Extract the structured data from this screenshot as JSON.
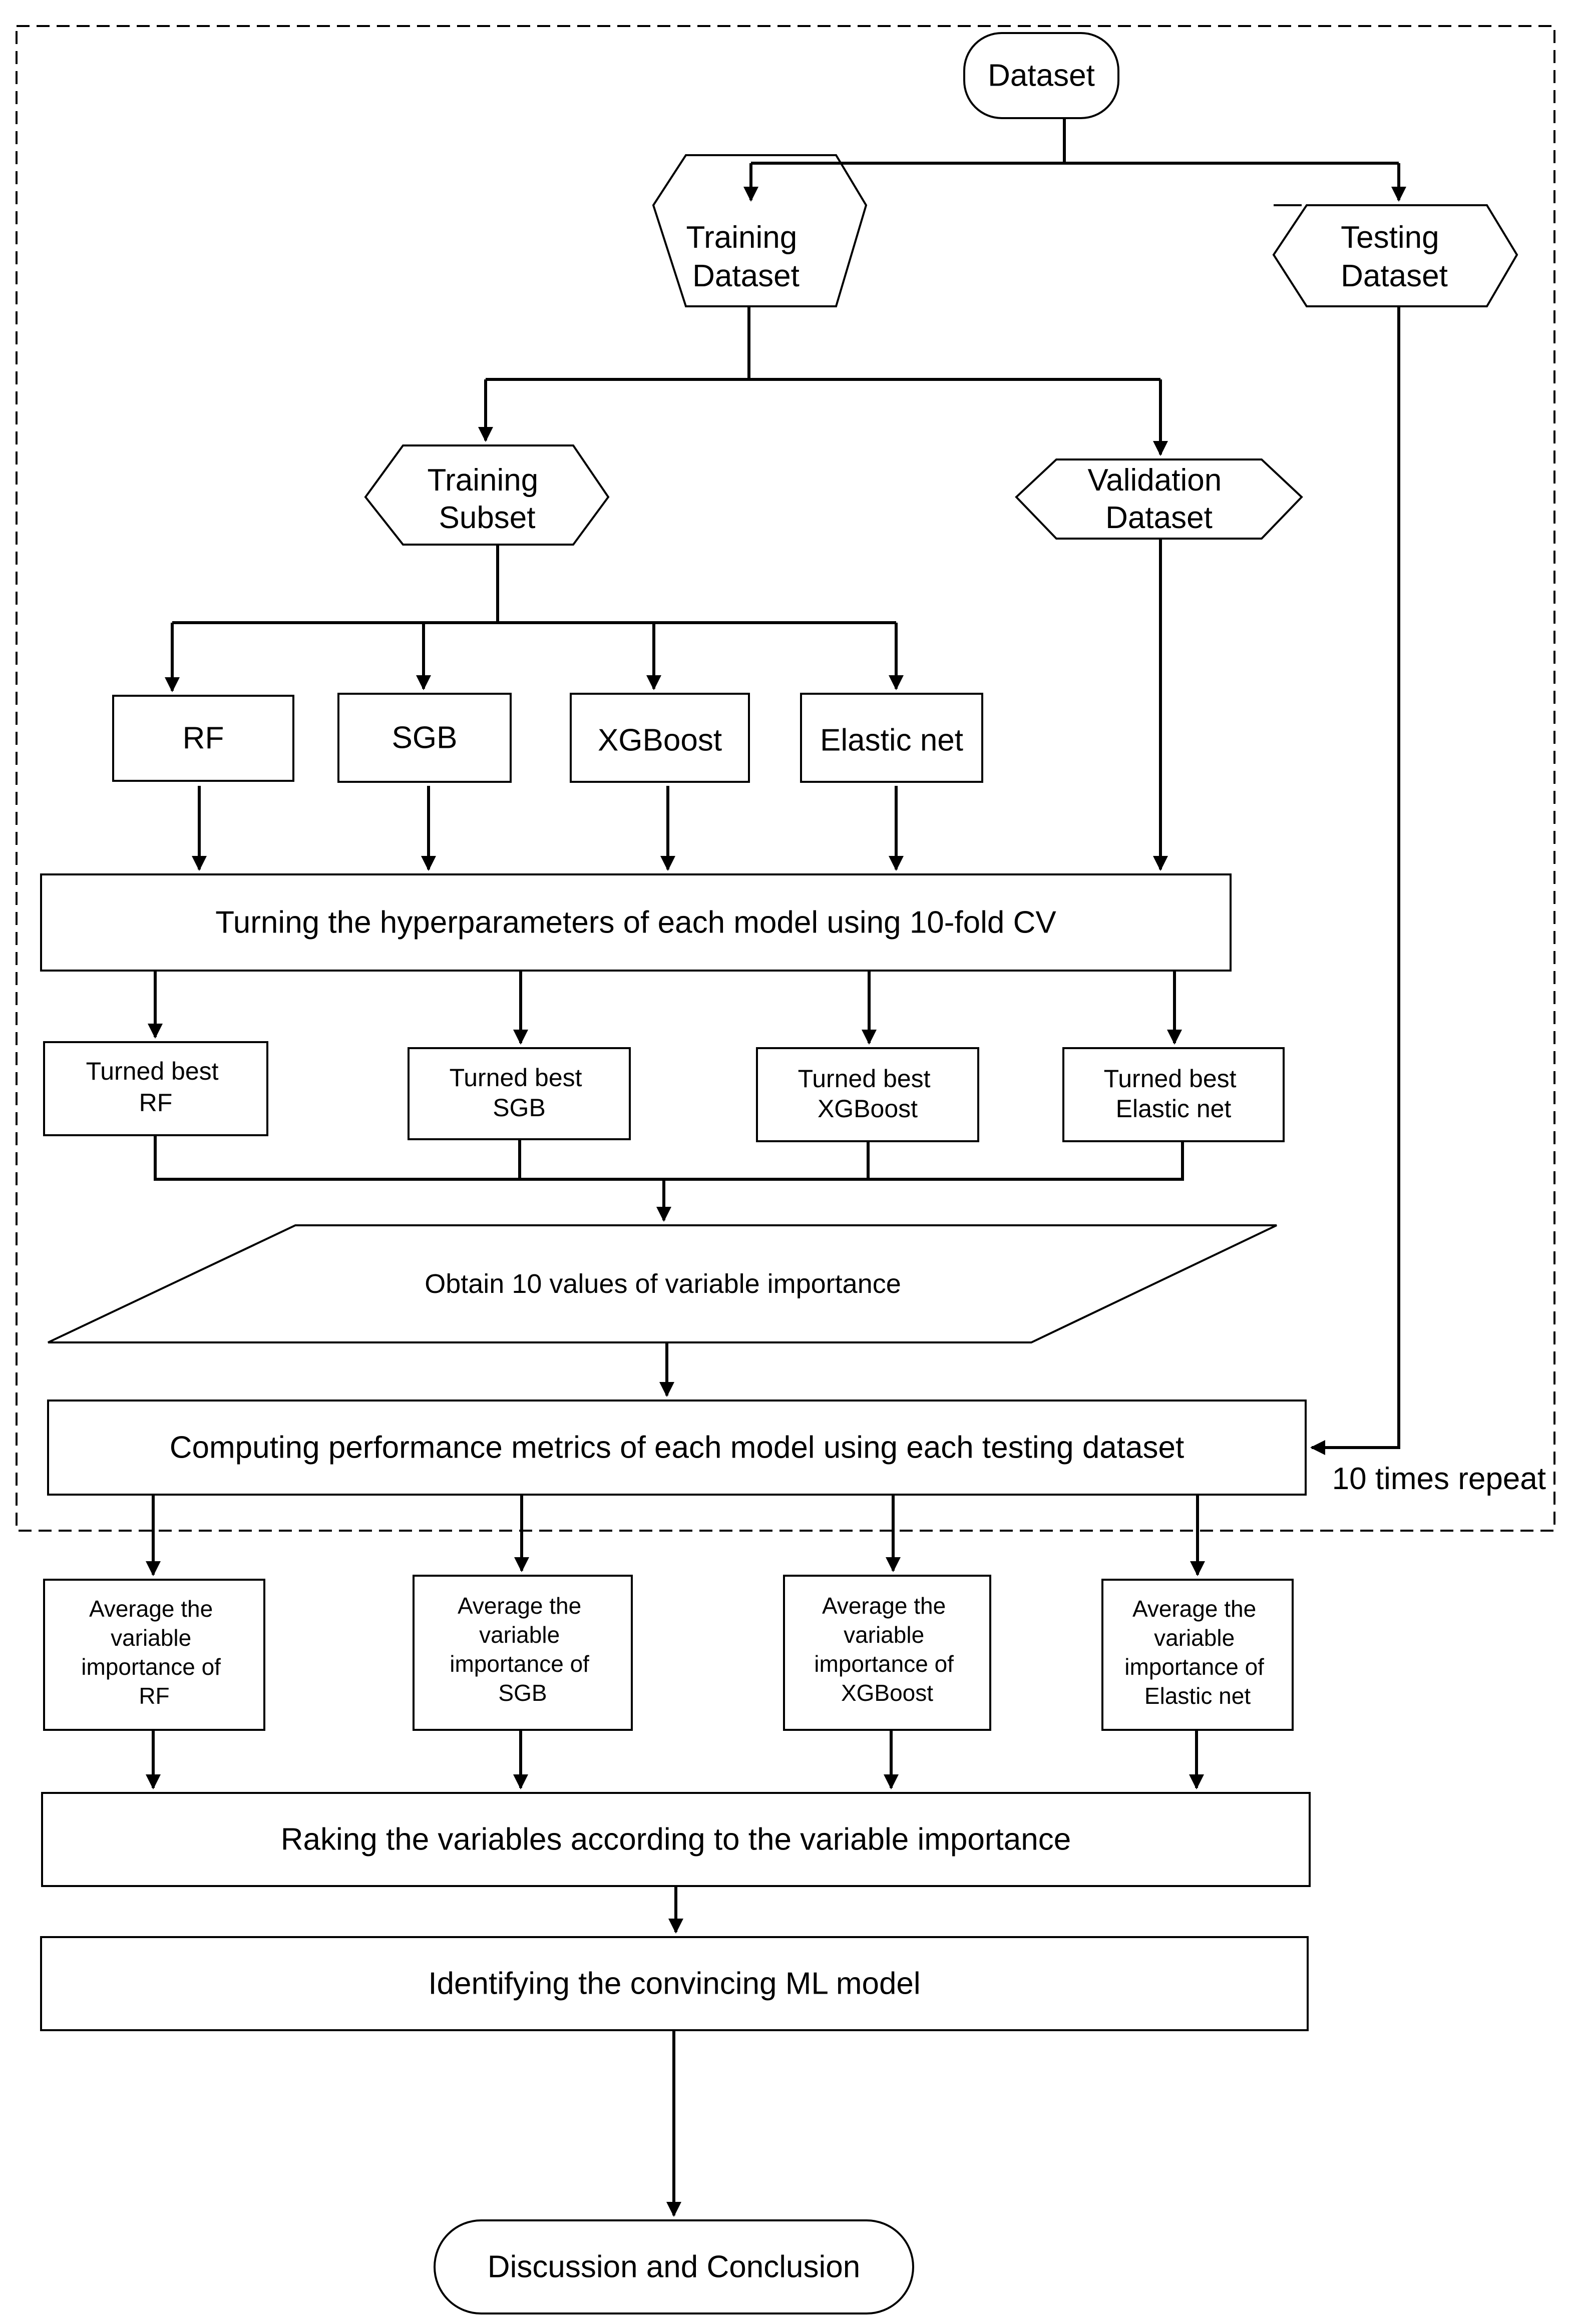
{
  "nodes": {
    "dataset": "Dataset",
    "training_dataset": [
      "Training",
      "Dataset"
    ],
    "testing_dataset": [
      "Testing",
      "Dataset"
    ],
    "training_subset": [
      "Training",
      "Subset"
    ],
    "validation_dataset": [
      "Validation",
      "Dataset"
    ],
    "models": [
      "RF",
      "SGB",
      "XGBoost",
      "Elastic net"
    ],
    "tuning": "Turning the hyperparameters of each model using 10-fold CV",
    "best_models": [
      [
        "Turned best",
        "RF"
      ],
      [
        "Turned best",
        "SGB"
      ],
      [
        "Turned best",
        "XGBoost"
      ],
      [
        "Turned best",
        "Elastic net"
      ]
    ],
    "obtain_importance": "Obtain  10 values  of variable  importance",
    "computing_metrics": "Computing performance metrics of each model using each testing dataset",
    "repeat_label": "10 times repeat",
    "average_boxes": [
      [
        "Average the",
        "variable",
        "importance of",
        "RF"
      ],
      [
        "Average the",
        "variable",
        "importance of",
        "SGB"
      ],
      [
        "Average the",
        "variable",
        "importance of",
        "XGBoost"
      ],
      [
        "Average the",
        "variable",
        "importance of",
        "Elastic net"
      ]
    ],
    "ranking": "Raking the variables according to the variable importance",
    "identify": "Identifying the convincing ML model",
    "conclusion": "Discussion and Conclusion"
  }
}
